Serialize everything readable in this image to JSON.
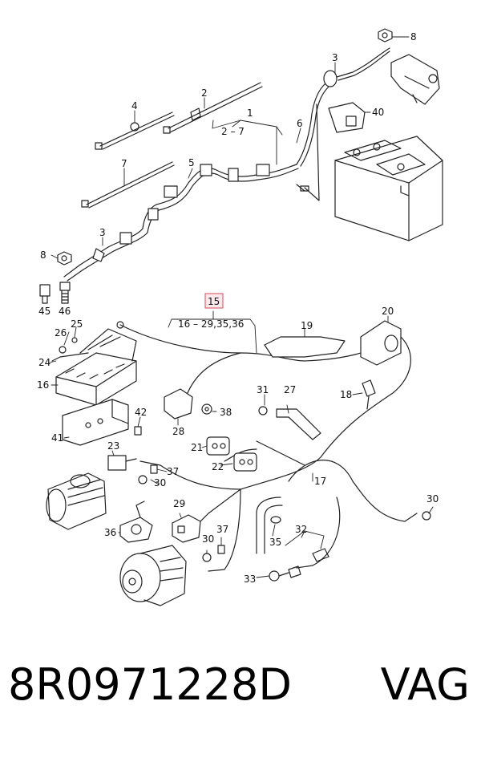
{
  "diagram": {
    "callouts": {
      "c1": "1",
      "c1_range": "2 – 7",
      "c2": "2",
      "c3a": "3",
      "c3b": "3",
      "c4": "4",
      "c5": "5",
      "c6": "6",
      "c7": "7",
      "c8a": "8",
      "c8b": "8",
      "c15": "15",
      "c15_range": "16 – 29,35,36",
      "c16": "16",
      "c17": "17",
      "c18": "18",
      "c19": "19",
      "c20": "20",
      "c21": "21",
      "c22": "22",
      "c23": "23",
      "c24": "24",
      "c25": "25",
      "c26": "26",
      "c27": "27",
      "c28": "28",
      "c29": "29",
      "c30a": "30",
      "c30b": "30",
      "c30c": "30",
      "c31": "31",
      "c32": "32",
      "c33": "33",
      "c35": "35",
      "c36": "36",
      "c37a": "37",
      "c37b": "37",
      "c38": "38",
      "c40": "40",
      "c41": "41",
      "c42": "42",
      "c45": "45",
      "c46": "46"
    },
    "highlight_color": "#d64a5a"
  },
  "footer": {
    "part_number": "8R0971228D",
    "brand": "VAG"
  }
}
